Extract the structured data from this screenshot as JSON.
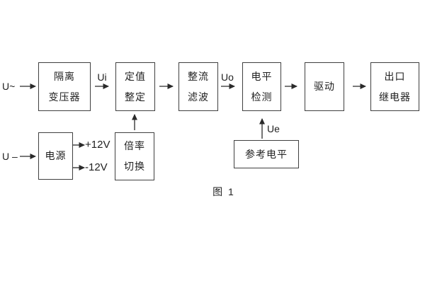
{
  "figure_caption": "图 1",
  "colors": {
    "background": "#ffffff",
    "box_border": "#3f3f3f",
    "arrow": "#2a2a2a",
    "text": "#1f1f1f"
  },
  "inputs": {
    "ac_label": "U~",
    "dc_label": "U –"
  },
  "signal_labels": {
    "ui": "Ui",
    "uo": "Uo",
    "ue": "Ue"
  },
  "power_rails": {
    "positive": "+12V",
    "negative": "-12V"
  },
  "blocks": {
    "isolation_transformer": {
      "lines": [
        "隔离",
        "变压器"
      ]
    },
    "setting_adjustment": {
      "lines": [
        "定值",
        "整定"
      ]
    },
    "rectifier_filter": {
      "lines": [
        "整流",
        "滤波"
      ]
    },
    "level_detection": {
      "lines": [
        "电平",
        "检测"
      ]
    },
    "driver": {
      "label": "驱动"
    },
    "output_relay": {
      "lines": [
        "出口",
        "继电器"
      ]
    },
    "power_supply": {
      "label": "电源"
    },
    "ratio_switch": {
      "lines": [
        "倍率",
        "切换"
      ]
    },
    "reference_level": {
      "label": "参考电平"
    }
  }
}
